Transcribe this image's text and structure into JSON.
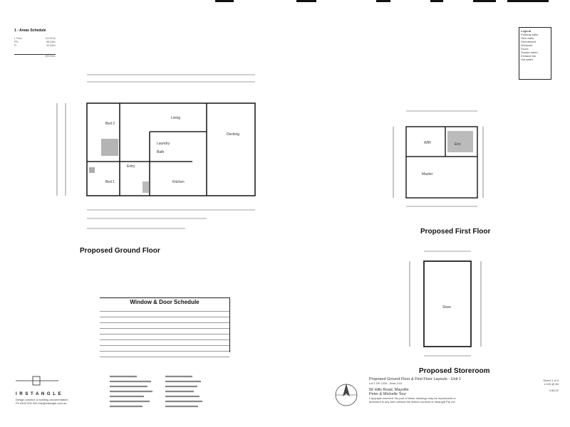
{
  "sheet": {
    "areas_box": {
      "title": "1 - Areas Schedule",
      "rows": [
        {
          "label": "L Floor",
          "value": "111.57m²"
        },
        {
          "label": "FFL",
          "value": "58.03m²"
        },
        {
          "label": "Fl",
          "value": "40.34m²"
        }
      ],
      "total": "209.94m²"
    },
    "ground_floor": {
      "title": "Proposed Ground Floor",
      "rooms": [
        "Living",
        "Bed 2",
        "Bed 1",
        "Bath",
        "Kitchen",
        "Decking",
        "Laundry",
        "Entry"
      ]
    },
    "first_floor": {
      "title": "Proposed First Floor",
      "rooms": [
        "Master",
        "WIR",
        "Ens"
      ]
    },
    "storeroom": {
      "title": "Proposed Storeroom",
      "rooms": [
        "Store"
      ]
    },
    "schedule": {
      "title": "Window & Door Schedule",
      "row_count": 9
    },
    "firm": {
      "name": "I R S T A N G L E",
      "line1": "Design practice & building documentation",
      "line2": "Ph 0400 000 000  info@irstangle.com.au"
    },
    "title_block": {
      "line1": "Proposed Ground Floor & First Floor Layouts - Unit 1",
      "line2": "Lot 1 DP 1234 - Area 1/10",
      "address": "56 Hills Road, Mayville",
      "client": "Peter & Michelle Tour",
      "note1": "Copyright reserved. No part of these drawings may be reproduced or",
      "note2": "amended in any form without the written consent of Irstangle Pty Ltd"
    },
    "legend_right": {
      "title": "Legend",
      "items": [
        "Existing walls",
        "New walls",
        "Demolished",
        "Windows",
        "Doors",
        "Smoke alarm",
        "Exhaust fan",
        "Hot water"
      ]
    },
    "revision": {
      "sheet": "Sheet 1 of 4",
      "scale": "1:100 @ A3",
      "date": "4.08.22"
    }
  }
}
